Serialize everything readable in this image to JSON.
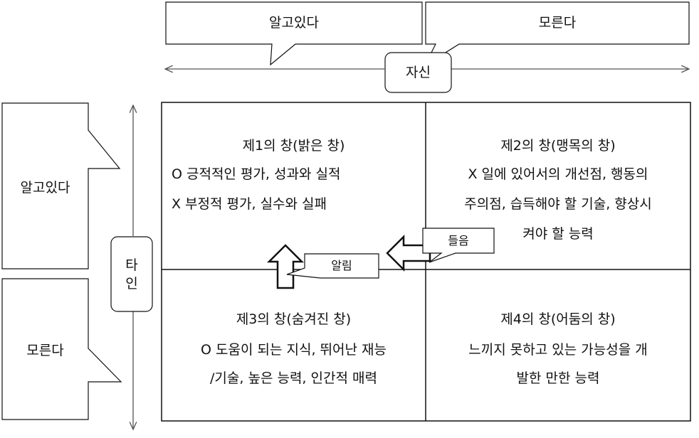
{
  "self": {
    "axis_label": "자신",
    "known_label": "알고있다",
    "unknown_label": "모른다"
  },
  "others": {
    "axis_label_chars": [
      "타",
      "인"
    ],
    "known_label": "알고있다",
    "unknown_label": "모른다"
  },
  "windows": [
    {
      "title": "제1의 창(밝은 창)",
      "lines": [
        "O 긍적적인 평가, 성과와 실적",
        "X 부정적 평가, 실수와 실패"
      ]
    },
    {
      "title": "제2의 창(맹목의 창)",
      "lines": [
        "X 일에 있어서의 개선점, 행동의",
        "주의점, 습득해야 할 기술, 향상시",
        "켜야 할 능력"
      ]
    },
    {
      "title": "제3의 창(숨겨진 창)",
      "lines": [
        "O 도움이 되는 지식, 뛰어난 재능",
        "/기술, 높은 능력, 인간적 매력"
      ]
    },
    {
      "title": "제4의 창(어둠의 창)",
      "lines": [
        "느끼지 못하고 있는 가능성을 개",
        "발한 만한 능력"
      ]
    }
  ],
  "callouts": {
    "listening": "들음",
    "telling": "알림"
  },
  "colors": {
    "line": "#111111",
    "arrow_line": "#555555",
    "background": "#ffffff"
  }
}
